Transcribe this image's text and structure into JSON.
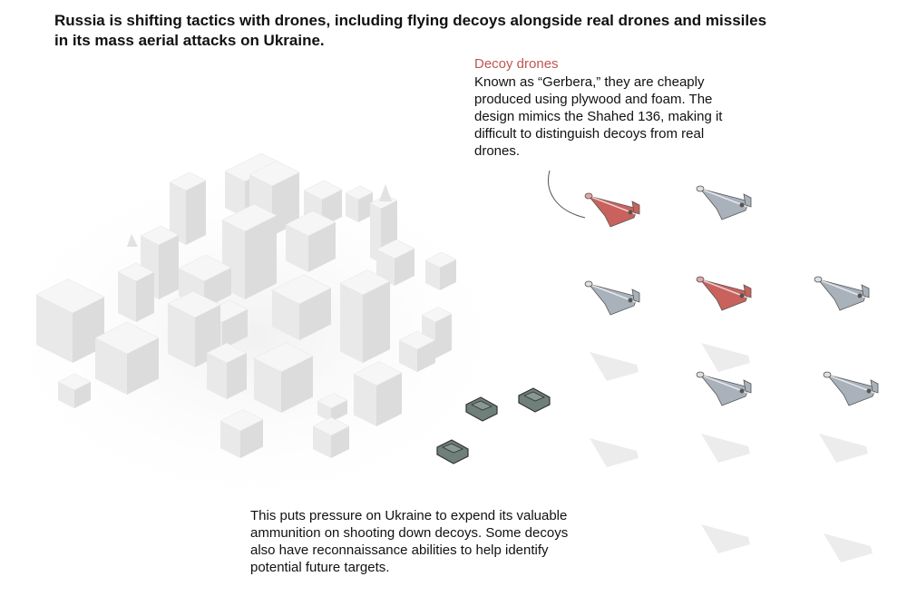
{
  "title": "Russia is shifting tactics with drones, including flying decoys alongside real drones and missiles in its mass aerial attacks on Ukraine.",
  "decoy": {
    "heading": "Decoy drones",
    "body": "Known as “Gerbera,” they are cheaply produced using plywood and foam. The design mimics the Shahed 136, making it difficult to distinguish decoys from real drones."
  },
  "bottom_note": "This puts pressure on Ukraine to expend its valuable ammunition on shooting down decoys. Some decoys also have reconnaissance abilities to help identify potential future targets.",
  "colors": {
    "decoy": "#c9625c",
    "real": "#a9b1bb",
    "vehicle": "#6f7f7a"
  },
  "drones": [
    {
      "type": "decoy"
    },
    {
      "type": "real"
    },
    {
      "type": "real"
    },
    {
      "type": "decoy"
    },
    {
      "type": "real"
    },
    {
      "type": "real"
    },
    {
      "type": "real"
    }
  ]
}
